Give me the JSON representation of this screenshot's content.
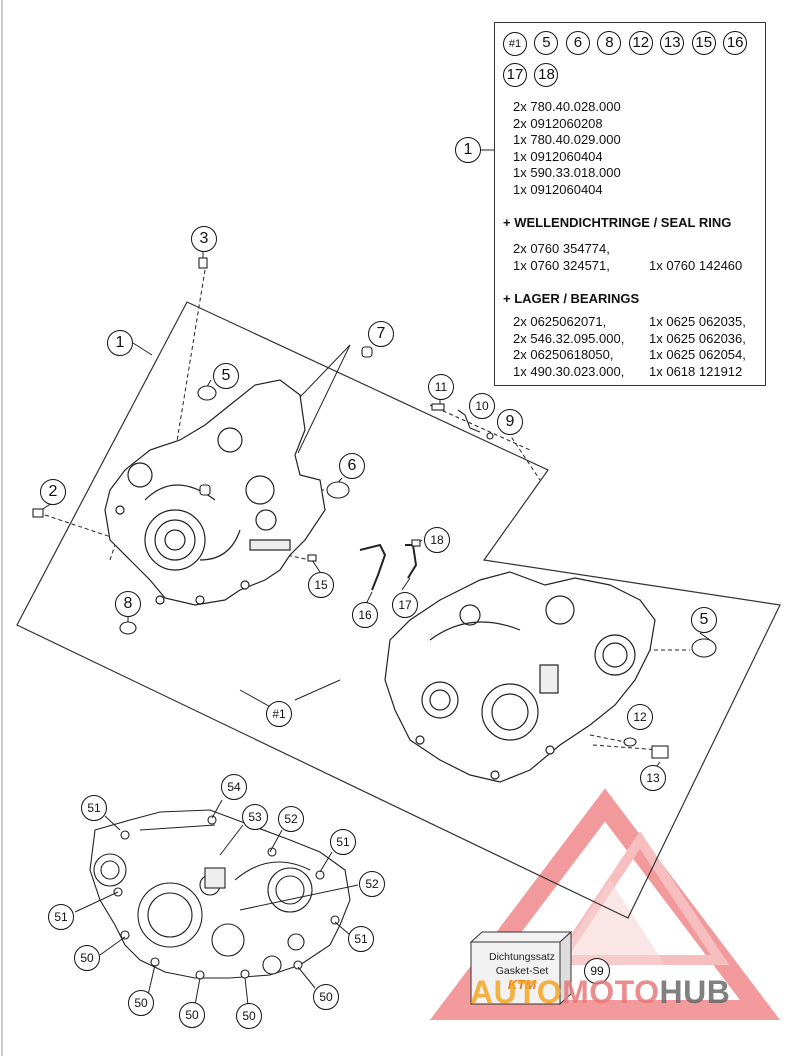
{
  "info_box": {
    "badges": [
      "#1",
      "5",
      "6",
      "8",
      "12",
      "13",
      "15",
      "16",
      "17",
      "18"
    ],
    "part_numbers": [
      "2x 780.40.028.000",
      "2x 0912060208",
      "1x 780.40.029.000",
      "1x 0912060404",
      "1x 590.33.018.000",
      "1x 0912060404"
    ],
    "seal_title": "+ WELLENDICHTRINGE /  SEAL RING",
    "seal_rows": [
      [
        "2x 0760 354774,",
        ""
      ],
      [
        "1x 0760 324571,",
        "1x 0760 142460"
      ]
    ],
    "bearing_title": "+ LAGER / BEARINGS",
    "bearing_rows": [
      [
        "2x 0625062071,",
        "1x 0625 062035,"
      ],
      [
        "2x 546.32.095.000,",
        "1x 0625 062036,"
      ],
      [
        "2x 06250618050,",
        "1x 0625 062054,"
      ],
      [
        "1x 490.30.023.000,",
        "1x 0618 121912"
      ]
    ]
  },
  "callouts": {
    "c1a": "1",
    "c1b": "1",
    "c2": "2",
    "c3": "3",
    "c5a": "5",
    "c5b": "5",
    "c6": "6",
    "c7": "7",
    "c8": "8",
    "c9": "9",
    "c10": "10",
    "c11": "11",
    "c12": "12",
    "c13": "13",
    "c15": "15",
    "c16": "16",
    "c17": "17",
    "c18": "18",
    "c1set": "#1",
    "c51a": "51",
    "c51b": "51",
    "c51c": "51",
    "c51d": "51",
    "c52a": "52",
    "c52b": "52",
    "c53": "53",
    "c54": "54",
    "c50a": "50",
    "c50b": "50",
    "c50c": "50",
    "c50d": "50",
    "c50e": "50",
    "c99": "99"
  },
  "gasket_set": {
    "line1": "Dichtungssatz",
    "line2": "Gasket-Set",
    "logo": "KTM"
  },
  "watermark": {
    "part1": "AUTO",
    "part2": "MOTO",
    "part3": "HUB"
  },
  "colors": {
    "watermark_red": "#e8474b",
    "watermark_orange": "#f5a623",
    "line": "#222222"
  }
}
